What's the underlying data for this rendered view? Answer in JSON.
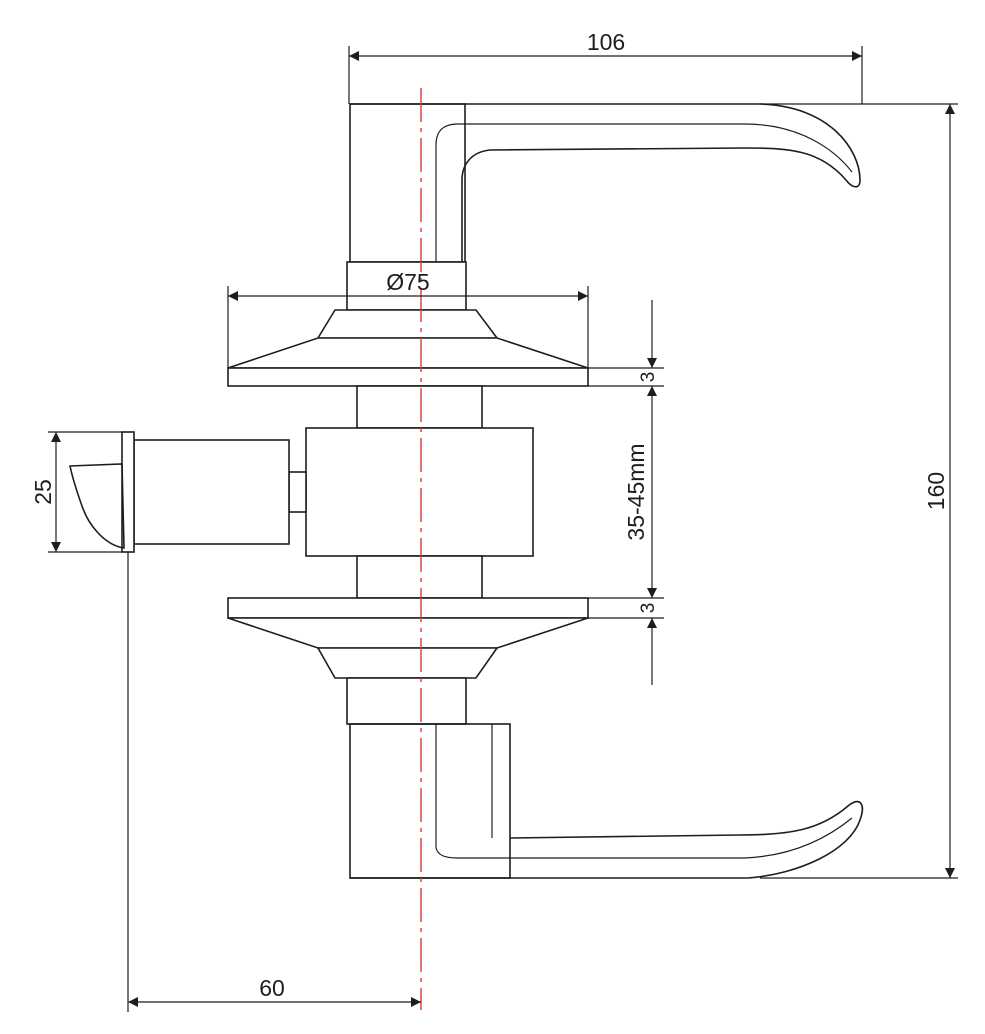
{
  "drawing": {
    "type": "technical-drawing",
    "subject": "lever door lock assembly",
    "dimensions": {
      "overall_width": "106",
      "rose_diameter": "Ø75",
      "overall_height": "160",
      "rose_thickness_top": "3",
      "door_thickness": "35-45mm",
      "rose_thickness_bottom": "3",
      "latch_height": "25",
      "backset": "60"
    },
    "colors": {
      "lines": "#1e1e1e",
      "centerline": "#d83a3a",
      "background": "#ffffff"
    }
  }
}
